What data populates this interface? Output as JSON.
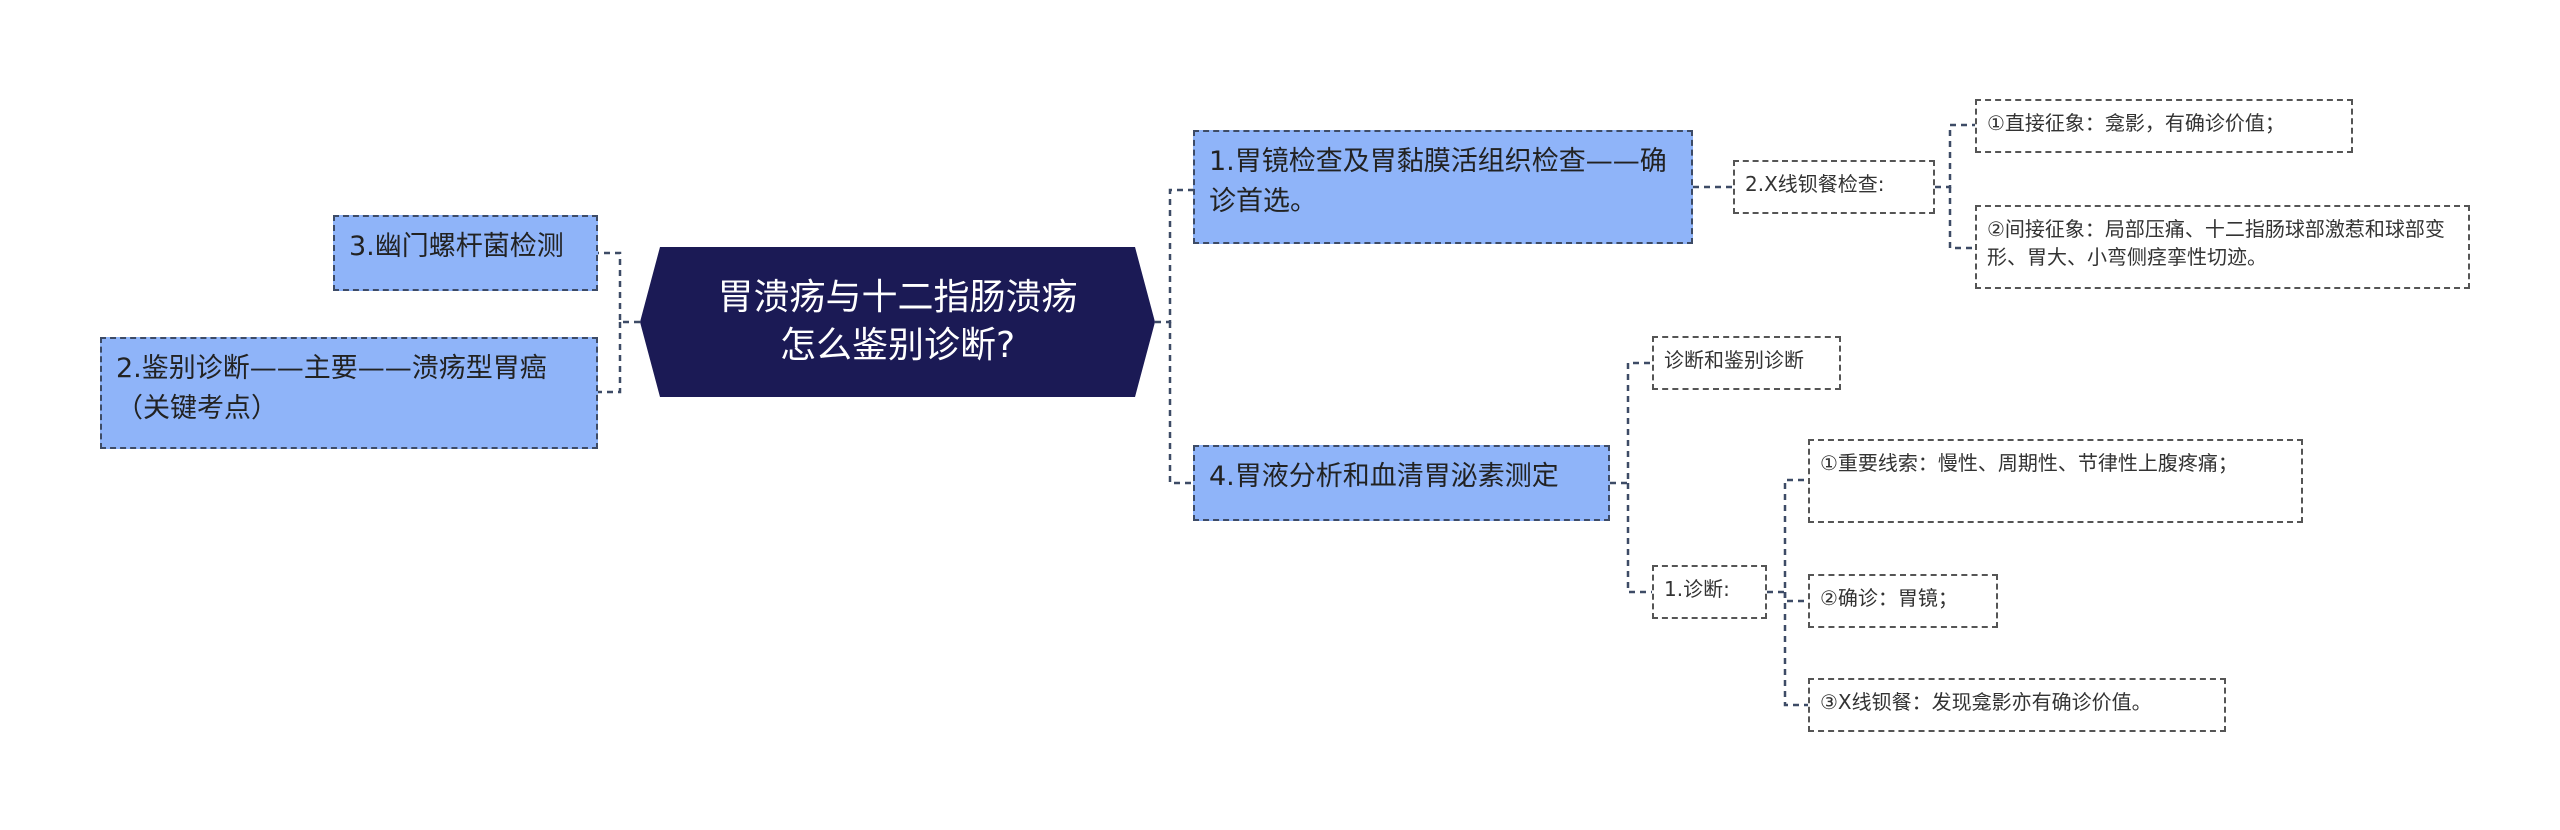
{
  "central": {
    "label": "胃溃疡与十二指肠溃疡怎么鉴别诊断?"
  },
  "left": [
    {
      "label": "3.幽门螺杆菌检测"
    },
    {
      "label": "2.鉴别诊断——主要——溃疡型胃癌（关键考点）"
    }
  ],
  "right": [
    {
      "label": "1.胃镜检查及胃黏膜活组织检查——确诊首选。",
      "children": [
        {
          "label": "2.X线钡餐检查:",
          "children": [
            {
              "label": "①直接征象：龛影，有确诊价值；"
            },
            {
              "label": "②间接征象：局部压痛、十二指肠球部激惹和球部变形、胃大、小弯侧痉挛性切迹。"
            }
          ]
        }
      ]
    },
    {
      "label": "4.胃液分析和血清胃泌素测定",
      "children": [
        {
          "label": "诊断和鉴别诊断",
          "children": []
        },
        {
          "label": "1.诊断:",
          "children": [
            {
              "label": "①重要线索：慢性、周期性、节律性上腹疼痛；"
            },
            {
              "label": "②确诊：胃镜；"
            },
            {
              "label": "③X线钡餐：发现龛影亦有确诊价值。"
            }
          ]
        }
      ]
    }
  ],
  "colors": {
    "central_fill": "#1b1a55",
    "node_fill": "#8fb4f9",
    "line": "#3d4b66"
  }
}
